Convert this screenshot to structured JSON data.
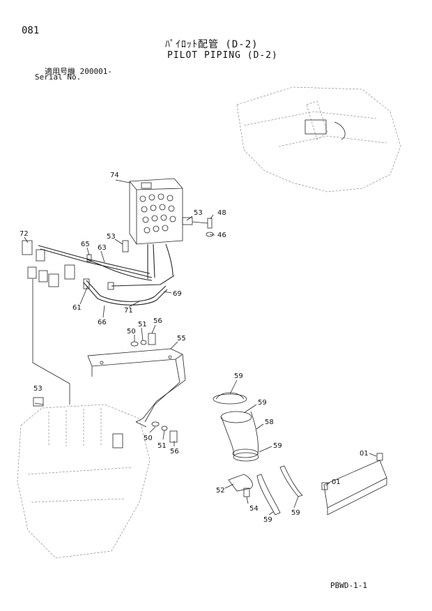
{
  "header": {
    "page_number": "081",
    "title_jp": "ﾊﾟｲﾛｯﾄ配管 (D-2)",
    "title_en": "PILOT PIPING (D-2)",
    "serial_jp": "適用号機  200001-",
    "serial_en": "Serial No."
  },
  "footer": {
    "code": "PBWD-1-1"
  },
  "callouts": [
    {
      "id": "c74",
      "text": "74"
    },
    {
      "id": "c72",
      "text": "72"
    },
    {
      "id": "c65",
      "text": "65"
    },
    {
      "id": "c63",
      "text": "63"
    },
    {
      "id": "c53a",
      "text": "53"
    },
    {
      "id": "c53b",
      "text": "53"
    },
    {
      "id": "c48",
      "text": "48"
    },
    {
      "id": "c46",
      "text": "46"
    },
    {
      "id": "c69",
      "text": "69"
    },
    {
      "id": "c71",
      "text": "71"
    },
    {
      "id": "c61",
      "text": "61"
    },
    {
      "id": "c66",
      "text": "66"
    },
    {
      "id": "c50a",
      "text": "50"
    },
    {
      "id": "c51a",
      "text": "51"
    },
    {
      "id": "c56a",
      "text": "56"
    },
    {
      "id": "c55",
      "text": "55"
    },
    {
      "id": "c53c",
      "text": "53"
    },
    {
      "id": "c50b",
      "text": "50"
    },
    {
      "id": "c51b",
      "text": "51"
    },
    {
      "id": "c56b",
      "text": "56"
    },
    {
      "id": "c59a",
      "text": "59"
    },
    {
      "id": "c59b",
      "text": "59"
    },
    {
      "id": "c58",
      "text": "58"
    },
    {
      "id": "c59c",
      "text": "59"
    },
    {
      "id": "c01a",
      "text": "01"
    },
    {
      "id": "c01b",
      "text": "01"
    },
    {
      "id": "c52",
      "text": "52"
    },
    {
      "id": "c54",
      "text": "54"
    },
    {
      "id": "c59d",
      "text": "59"
    },
    {
      "id": "c59e",
      "text": "59"
    }
  ]
}
